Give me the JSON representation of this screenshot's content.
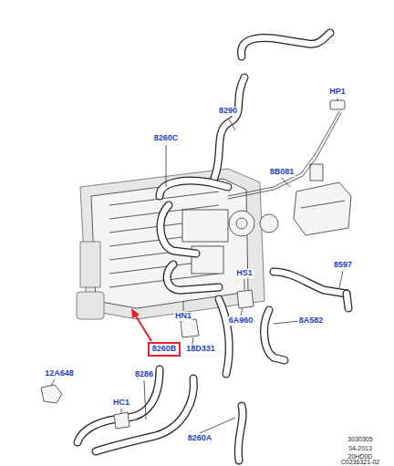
{
  "diagram": {
    "nodes": [
      {
        "text": [
          "8260B"
        ]
      }
    ],
    "labels": [
      "8290",
      "HP1",
      "8260C",
      "8B081",
      "8597",
      "HS1",
      "6A960",
      "8A582",
      "HN1",
      "18D331",
      "12A648",
      "8286",
      "HC1",
      "8260A",
      "3030305",
      "04-2013",
      "20HD0D",
      "C0236321-02"
    ]
  }
}
